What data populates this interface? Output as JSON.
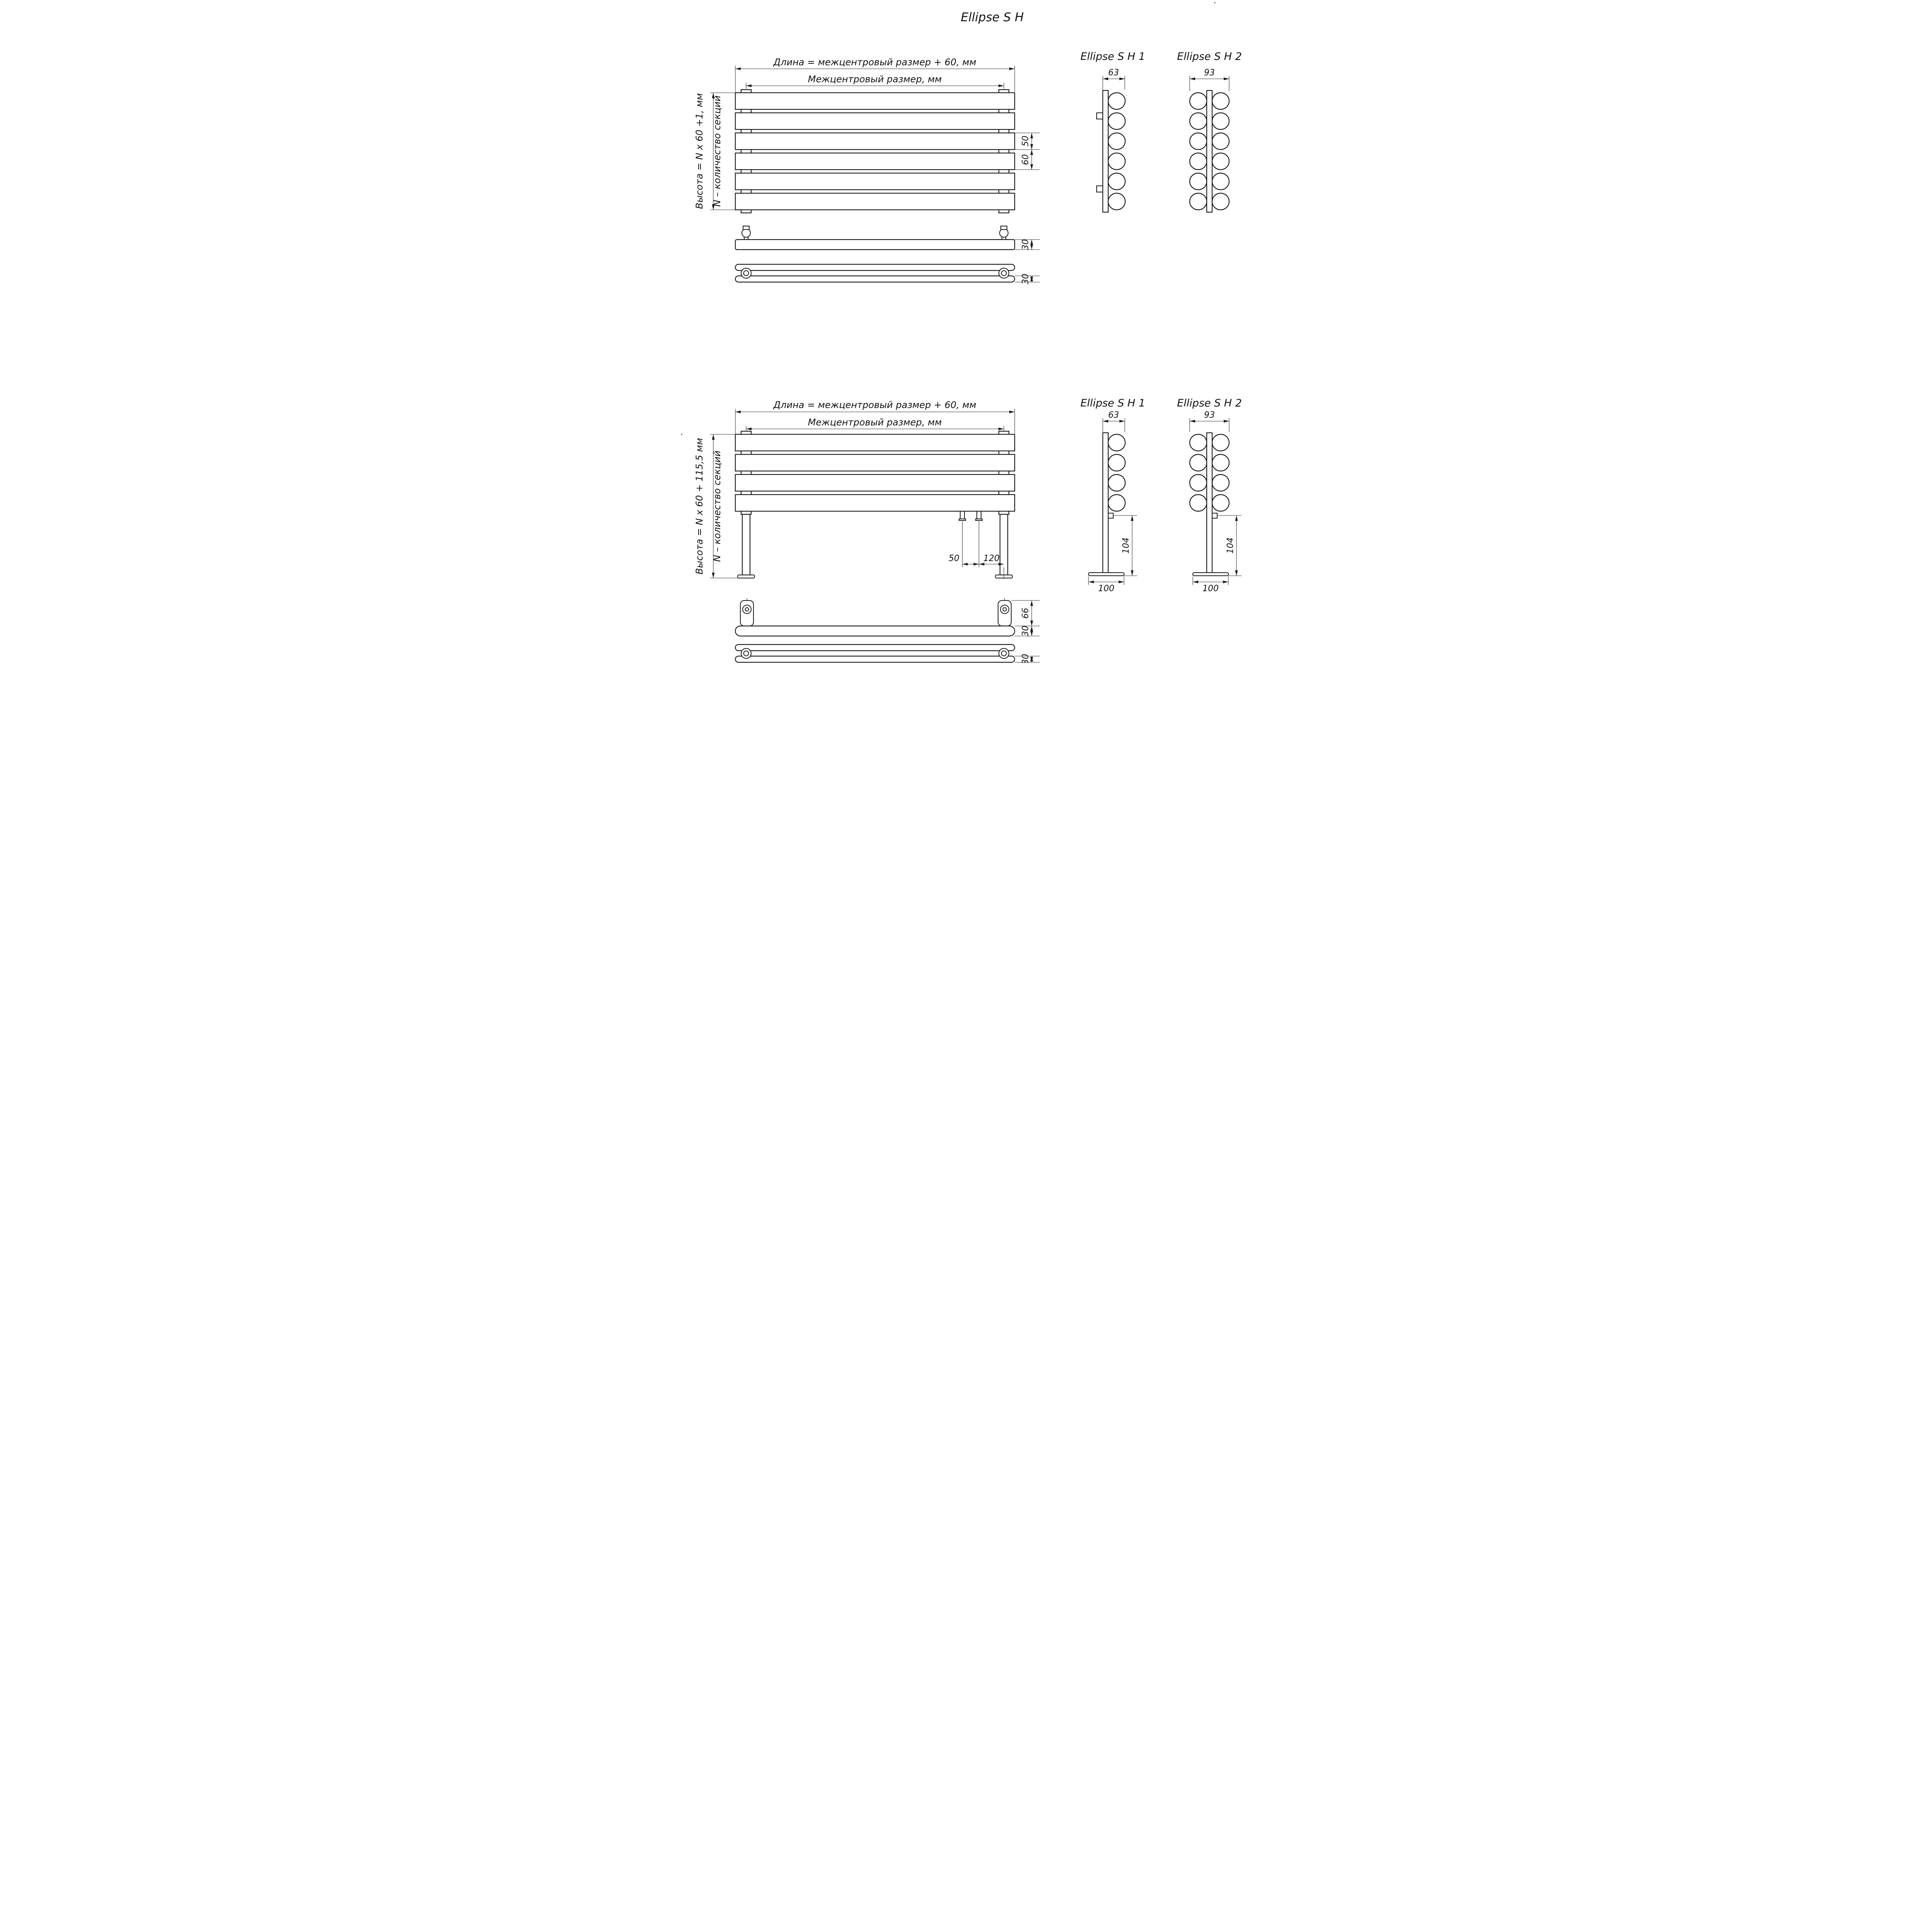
{
  "title": "Ellipse S H",
  "colors": {
    "ink": "#1a1a1a",
    "paper": "#ffffff"
  },
  "wall": {
    "dim_length_label": "Длина = межцентровый размер + 60, мм",
    "dim_center_label": "Межцентровый размер, мм",
    "dim_height_label": "Высота = N x 60 +1, мм",
    "dim_sections_label": "N – количество секций",
    "dim_tube": "50",
    "dim_pitch": "60",
    "dim_depth_top1": "30",
    "dim_depth_top2": "30",
    "side1": {
      "title": "Ellipse S H 1",
      "width": "63"
    },
    "side2": {
      "title": "Ellipse S H 2",
      "width": "93"
    }
  },
  "floor": {
    "dim_length_label": "Длина = межцентровый размер + 60, мм",
    "dim_center_label": "Межцентровый размер, мм",
    "dim_height_label": "Высота = N x 60 + 115,5 мм",
    "dim_sections_label": "N – количество секций",
    "dim_pipe_spacing": "50",
    "dim_pipe_to_leg": "120",
    "dim_bracket": "66",
    "dim_depth_top1": "30",
    "dim_depth_top2": "30",
    "side1": {
      "title": "Ellipse S H 1",
      "width": "63",
      "leg": "104",
      "base": "100"
    },
    "side2": {
      "title": "Ellipse S H 2",
      "width": "93",
      "leg": "104",
      "base": "100"
    }
  }
}
